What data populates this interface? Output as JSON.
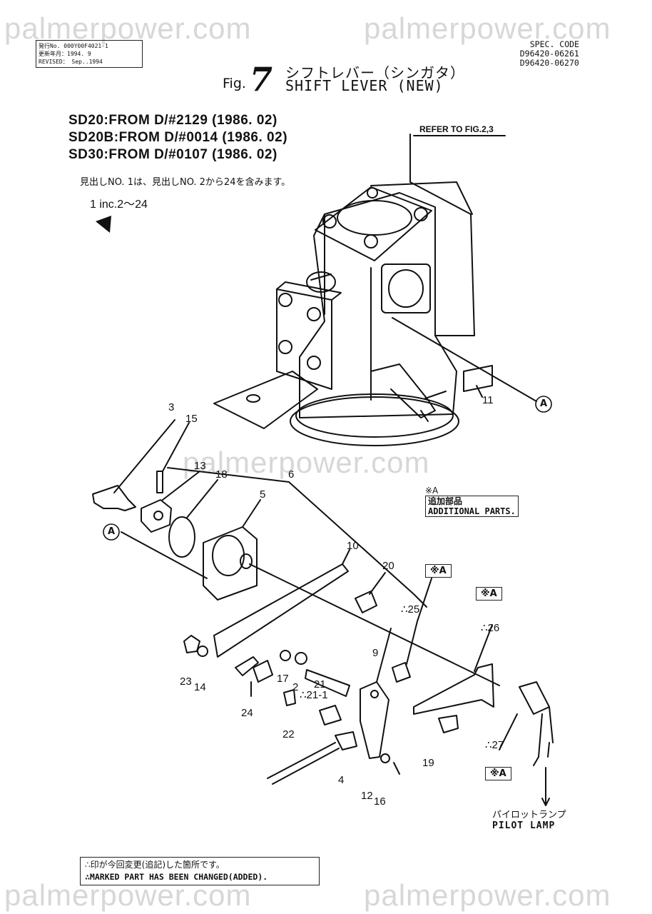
{
  "watermark": {
    "text": "palmerpower.com"
  },
  "info_box": {
    "line1": "発行No. 000Y00F4021-1",
    "line2": "更新年月：1994. 9",
    "line3": "REVISED： Sep..1994"
  },
  "spec": {
    "label": "SPEC. CODE",
    "code1": "D96420-06261",
    "code2": "D96420-06270"
  },
  "figure": {
    "prefix": "Fig.",
    "number": "7",
    "title_jp": "シフトレバー（シンガタ）",
    "title_en": "SHIFT LEVER (NEW)"
  },
  "models": [
    "SD20:FROM D/#2129 (1986. 02)",
    "SD20B:FROM D/#0014 (1986. 02)",
    "SD30:FROM D/#0107 (1986. 02)"
  ],
  "note_jp": "見出しNO. 1は、見出しNO. 2から24を含みます。",
  "note_inc": "1 inc.2～24",
  "refer": "REFER TO FIG.2,3",
  "circle_label": "A",
  "additional": {
    "mark": "※A",
    "jp": "追加部品",
    "en": "ADDITIONAL PARTS."
  },
  "ka_label": "※A",
  "callouts": {
    "c3": "3",
    "c15": "15",
    "c13": "13",
    "c18": "18",
    "c6": "6",
    "c5": "5",
    "c10": "10",
    "c20": "20",
    "c25": "∴25",
    "c26": "∴26",
    "c11": "11",
    "c9": "9",
    "c21": "21",
    "c21_1": "∴21-1",
    "c17": "17",
    "c2": "2",
    "c23": "23",
    "c14": "14",
    "c24": "24",
    "c22": "22",
    "c4": "4",
    "c12": "12",
    "c16": "16",
    "c19": "19",
    "c27": "∴27"
  },
  "pilot": {
    "jp": "パイロットランプ",
    "en": "PILOT LAMP"
  },
  "footer": {
    "jp": "∴印が今回変更(追記)した箇所です。",
    "en": "∴MARKED PART HAS BEEN CHANGED(ADDED)."
  }
}
